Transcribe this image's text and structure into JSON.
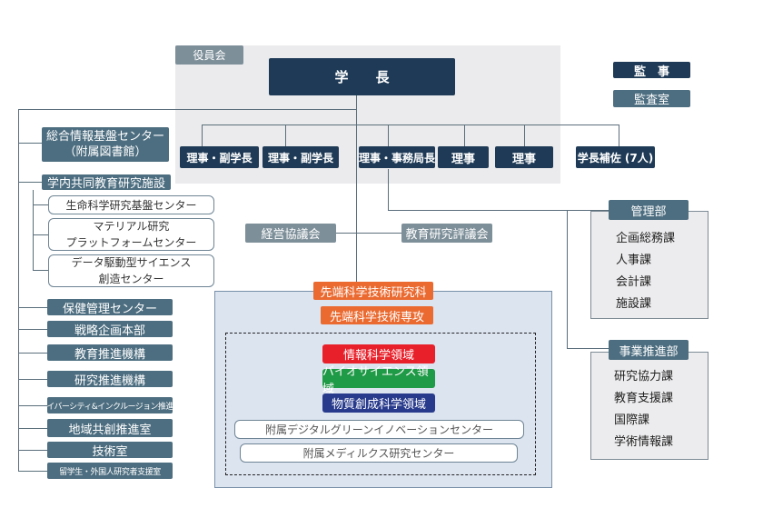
{
  "board_label": "役員会",
  "president": "学　　長",
  "auditor": "監　事",
  "audit_office": "監査室",
  "executives": [
    "理事・副学長",
    "理事・副学長",
    "理事・事務局長",
    "理事",
    "理事",
    "学長補佐 (7人)"
  ],
  "left_units": {
    "info_center": "総合情報基盤センター\n（附属図書館）",
    "joint_facility": "学内共同教育研究施設",
    "sub_centers": [
      "生命科学研究基盤センター",
      "マテリアル研究\nプラットフォームセンター",
      "データ駆動型サイエンス\n創造センター"
    ],
    "others": [
      "保健管理センター",
      "戦略企画本部",
      "教育推進機構",
      "研究推進機構",
      "ダイバーシティ&インクルージョン推進室",
      "地域共創推進室",
      "技術室",
      "留学生・外国人研究者支援室"
    ]
  },
  "councils": [
    "経営協議会",
    "教育研究評議会"
  ],
  "graduate": {
    "school": "先端科学技術研究科",
    "major": "先端科学技術専攻",
    "domains": [
      "情報科学領域",
      "バイオサイエンス領域",
      "物質創成科学領域"
    ],
    "centers": [
      "附属デジタルグリーンイノベーションセンター",
      "附属メディルクス研究センター"
    ]
  },
  "admin": {
    "title": "管理部",
    "sections": [
      "企画総務課",
      "人事課",
      "会計課",
      "施設課"
    ]
  },
  "projects": {
    "title": "事業推進部",
    "sections": [
      "研究協力課",
      "教育支援課",
      "国際課",
      "学術情報課"
    ]
  },
  "colors": {
    "dark": "#1e3a56",
    "slate": "#4d6e80",
    "orange": "#ea6a30",
    "red": "#e8202a",
    "green": "#1f9a46",
    "navy": "#283a8c"
  }
}
